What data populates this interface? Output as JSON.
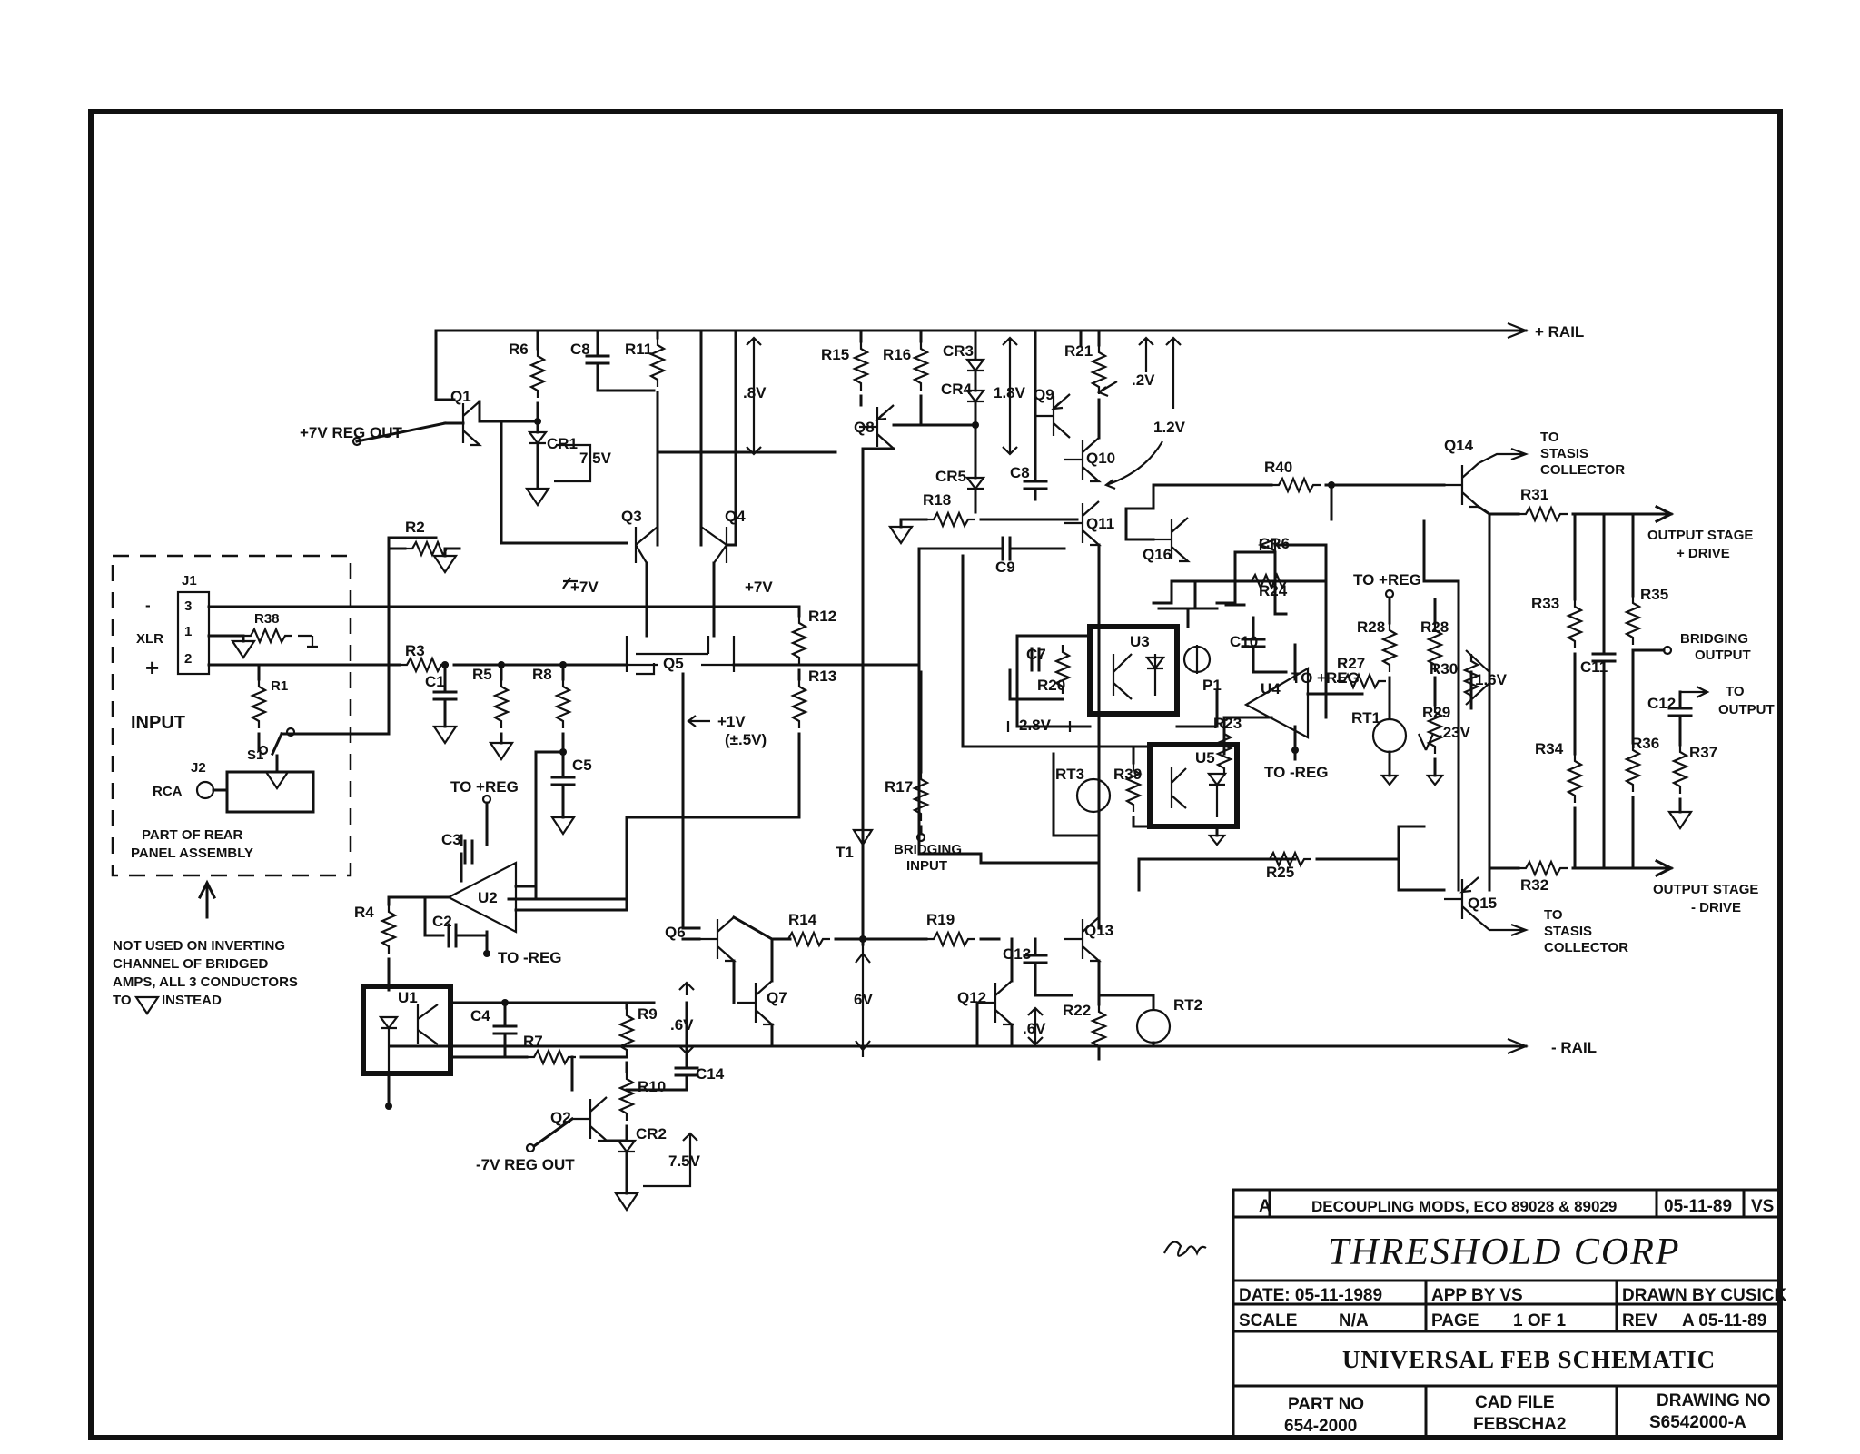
{
  "rails": {
    "pos": "+ RAIL",
    "neg": "- RAIL"
  },
  "input_block": {
    "j1": "J1",
    "xlr": "XLR",
    "minus": "-",
    "plus": "+",
    "pin3": "3",
    "pin1": "1",
    "pin2": "2",
    "r38": "R38",
    "r1": "R1",
    "s1": "S1",
    "j2": "J2",
    "rca": "RCA",
    "input": "INPUT",
    "note1": "PART OF REAR",
    "note2": "PANEL ASSEMBLY"
  },
  "footnote": [
    "NOT USED ON INVERTING",
    "CHANNEL OF BRIDGED",
    "AMPS, ALL 3 CONDUCTORS",
    "TO",
    "INSTEAD"
  ],
  "components": {
    "R2": "R2",
    "R3": "R3",
    "C1": "C1",
    "R5": "R5",
    "R8": "R8",
    "C5": "C5",
    "R6": "R6",
    "C8a": "C8",
    "R11": "R11",
    "Q1": "Q1",
    "CR1": "CR1",
    "Q3": "Q3",
    "Q4": "Q4",
    "Q5": "Q5",
    "R12": "R12",
    "R13": "R13",
    "R15": "R15",
    "R16": "R16",
    "CR3": "CR3",
    "CR4": "CR4",
    "Q8": "Q8",
    "Q9": "Q9",
    "R21": "R21",
    "Q10": "Q10",
    "CR5": "CR5",
    "C8b": "C8",
    "R18": "R18",
    "Q11": "Q11",
    "C9": "C9",
    "Q16": "Q16",
    "R40": "R40",
    "Q14": "Q14",
    "R31": "R31",
    "CR6": "CR6",
    "R24": "R24",
    "C7": "C7",
    "R20": "R20",
    "U3": "U3",
    "P1": "P1",
    "C10": "C10",
    "U4": "U4",
    "R28a": "R28",
    "R28b": "R28",
    "R27": "R27",
    "R30": "R30",
    "R33": "R33",
    "C11": "C11",
    "R35": "R35",
    "C12": "C12",
    "R37": "R37",
    "R23": "R23",
    "RT1": "RT1",
    "R29": "R29",
    "R34": "R34",
    "R36": "R36",
    "RT3": "RT3",
    "R39": "R39",
    "U5": "U5",
    "R17": "R17",
    "T1": "T1",
    "R25": "R25",
    "R32": "R32",
    "Q15": "Q15",
    "C3": "C3",
    "U2": "U2",
    "C2": "C2",
    "R4": "R4",
    "U1": "U1",
    "C4": "C4",
    "R7": "R7",
    "R9": "R9",
    "R10": "R10",
    "C14": "C14",
    "Q2": "Q2",
    "CR2": "CR2",
    "Q6": "Q6",
    "Q7": "Q7",
    "R14": "R14",
    "R19": "R19",
    "Q12": "Q12",
    "C13": "C13",
    "Q13": "Q13",
    "R22": "R22",
    "RT2": "RT2"
  },
  "nets": {
    "reg_out_pos": "+7V REG OUT",
    "reg_out_neg": "-7V REG OUT",
    "cr1_v": "7.5V",
    "cr2_v": "7.5V",
    "v_08": ".8V",
    "v_18": "1.8V",
    "v_02": ".2V",
    "v_12": "1.2V",
    "v_7_left": "+7V",
    "v_7_right": "+7V",
    "v_1": "+1V",
    "v_1_tol": "(±.5V)",
    "to_reg_pos": "TO +REG",
    "to_reg_neg": "TO -REG",
    "to_reg_pos2": "TO +REG",
    "to_reg_neg2": "TO -REG",
    "v_28": "2.8V",
    "v_16": "1.6V",
    "v_023": ".23V",
    "v_6a": ".6V",
    "v_6b": "6V",
    "v_6c": ".6V",
    "bridging_input": [
      "BRIDGING",
      "INPUT"
    ],
    "to_stasis_top": [
      "TO",
      "STASIS",
      "COLLECTOR"
    ],
    "to_stasis_bottom": [
      "TO",
      "STASIS",
      "COLLECTOR"
    ],
    "out_pos": [
      "OUTPUT STAGE",
      "+ DRIVE"
    ],
    "out_neg": [
      "OUTPUT STAGE",
      "- DRIVE"
    ],
    "bridging_output": [
      "BRIDGING",
      "OUTPUT"
    ],
    "to_output": [
      "TO",
      "OUTPUT"
    ]
  },
  "title_block": {
    "rev_letter": "A",
    "rev_desc": "DECOUPLING MODS, ECO 89028 & 89029",
    "rev_date": "05-11-89",
    "rev_initials": "VS",
    "company": "THRESHOLD CORP",
    "date": "DATE: 05-11-1989",
    "app_by": "APP BY VS",
    "drawn_by": "DRAWN BY CUSICK",
    "scale_label": "SCALE",
    "scale_value": "N/A",
    "page_label": "PAGE",
    "page_value": "1 OF 1",
    "rev_label": "REV",
    "rev_value": "A 05-11-89",
    "title": "UNIVERSAL FEB SCHEMATIC",
    "part_no_label": "PART NO",
    "part_no": "654-2000",
    "cad_file_label": "CAD FILE",
    "cad_file": "FEBSCHA2",
    "drawing_no_label": "DRAWING NO",
    "drawing_no": "S6542000-A"
  }
}
